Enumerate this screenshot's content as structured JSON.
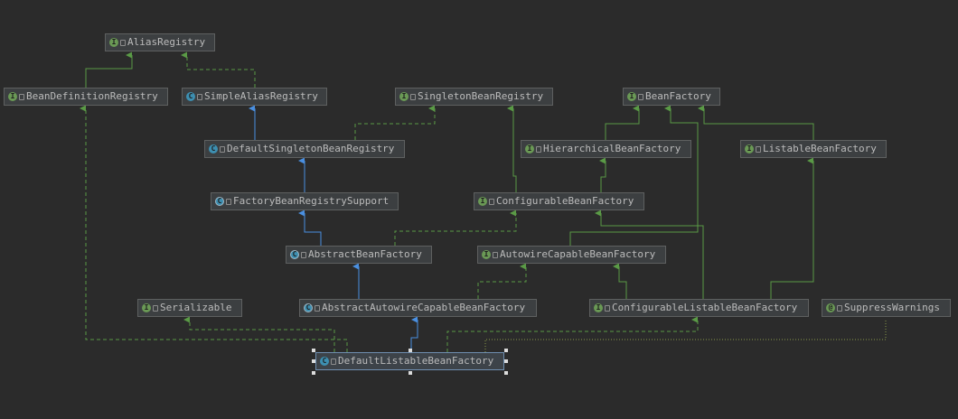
{
  "diagram": {
    "nodes": [
      {
        "id": "AliasRegistry",
        "label": "AliasRegistry",
        "kind": "interface"
      },
      {
        "id": "BeanDefinitionRegistry",
        "label": "BeanDefinitionRegistry",
        "kind": "interface"
      },
      {
        "id": "SimpleAliasRegistry",
        "label": "SimpleAliasRegistry",
        "kind": "class"
      },
      {
        "id": "SingletonBeanRegistry",
        "label": "SingletonBeanRegistry",
        "kind": "interface"
      },
      {
        "id": "BeanFactory",
        "label": "BeanFactory",
        "kind": "interface"
      },
      {
        "id": "DefaultSingletonBeanRegistry",
        "label": "DefaultSingletonBeanRegistry",
        "kind": "class"
      },
      {
        "id": "HierarchicalBeanFactory",
        "label": "HierarchicalBeanFactory",
        "kind": "interface"
      },
      {
        "id": "ListableBeanFactory",
        "label": "ListableBeanFactory",
        "kind": "interface"
      },
      {
        "id": "FactoryBeanRegistrySupport",
        "label": "FactoryBeanRegistrySupport",
        "kind": "abstract"
      },
      {
        "id": "ConfigurableBeanFactory",
        "label": "ConfigurableBeanFactory",
        "kind": "interface"
      },
      {
        "id": "AbstractBeanFactory",
        "label": "AbstractBeanFactory",
        "kind": "abstract"
      },
      {
        "id": "AutowireCapableBeanFactory",
        "label": "AutowireCapableBeanFactory",
        "kind": "interface"
      },
      {
        "id": "Serializable",
        "label": "Serializable",
        "kind": "interface"
      },
      {
        "id": "AbstractAutowireCapableBeanFactory",
        "label": "AbstractAutowireCapableBeanFactory",
        "kind": "abstract"
      },
      {
        "id": "ConfigurableListableBeanFactory",
        "label": "ConfigurableListableBeanFactory",
        "kind": "interface"
      },
      {
        "id": "SuppressWarnings",
        "label": "SuppressWarnings",
        "kind": "annotation"
      },
      {
        "id": "DefaultListableBeanFactory",
        "label": "DefaultListableBeanFactory",
        "kind": "class",
        "selected": true
      }
    ],
    "colors": {
      "extends": "#4a8fe0",
      "implements_interface": "#5a9a46",
      "realization": "#5a9a46",
      "annotation": "#8a9a4a"
    }
  }
}
